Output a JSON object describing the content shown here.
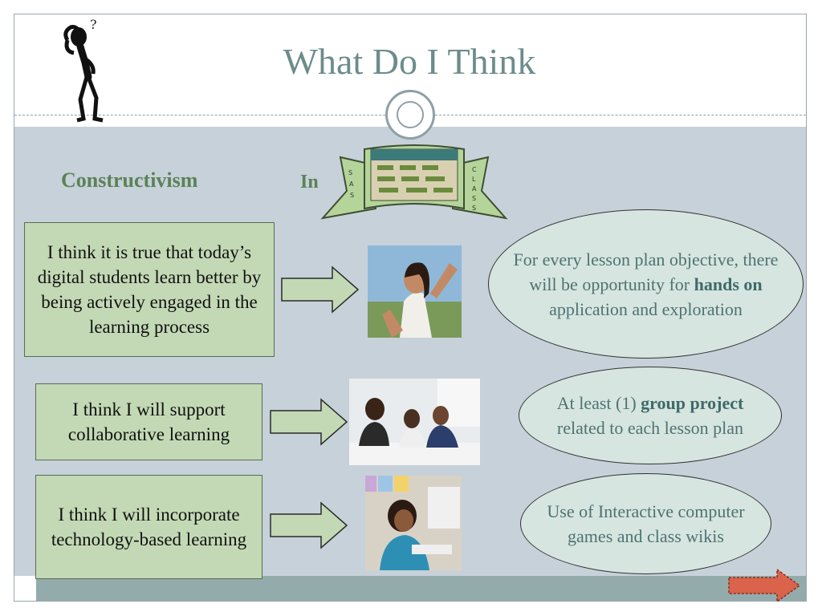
{
  "slide": {
    "title": "What Do I Think",
    "subtitle_left": "Constructivism",
    "subtitle_in": "In",
    "banner_left_letters": "S A S",
    "banner_right_letters": "C L A S S"
  },
  "rows": [
    {
      "statement": "I think it is true that today’s digital students learn better by being actively engaged in the learning process",
      "photo": "student-reaching-photo",
      "outcome_before": "For every lesson plan objective, there will be opportunity for ",
      "outcome_bold": "hands on",
      "outcome_after": " application and exploration"
    },
    {
      "statement": "I think I will support collaborative learning",
      "photo": "group-students-photo",
      "outcome_before": "At least (1) ",
      "outcome_bold": "group project",
      "outcome_after": " related to each lesson plan"
    },
    {
      "statement": "I think I will incorporate technology-based learning",
      "photo": "girl-computer-photo",
      "outcome_before": "Use of Interactive computer games and class wikis",
      "outcome_bold": "",
      "outcome_after": ""
    }
  ],
  "icons": {
    "thinker": "thinking-stick-figure-icon",
    "next": "next-slide-arrow-icon"
  },
  "colors": {
    "title": "#6d8c8c",
    "content_bg": "#c7d1d9",
    "box_fill": "#c3d9b5",
    "ellipse_fill": "#d6e5df",
    "footer": "#94abab",
    "next_arrow": "#d9634b"
  }
}
